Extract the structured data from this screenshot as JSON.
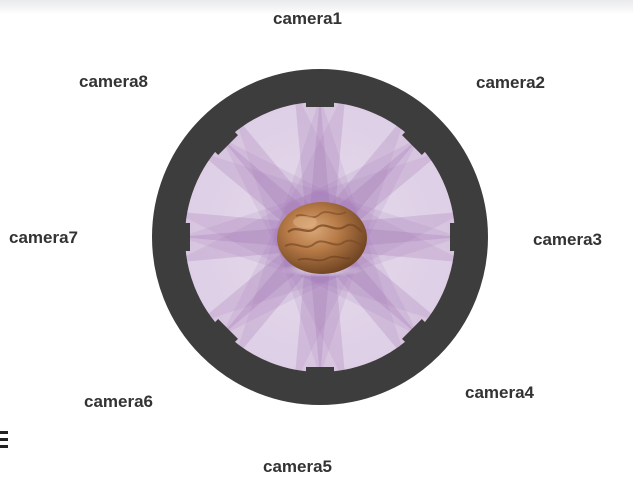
{
  "diagram": {
    "cameras": [
      {
        "id": "camera1",
        "label": "camera1"
      },
      {
        "id": "camera2",
        "label": "camera2"
      },
      {
        "id": "camera3",
        "label": "camera3"
      },
      {
        "id": "camera4",
        "label": "camera4"
      },
      {
        "id": "camera5",
        "label": "camera5"
      },
      {
        "id": "camera6",
        "label": "camera6"
      },
      {
        "id": "camera7",
        "label": "camera7"
      },
      {
        "id": "camera8",
        "label": "camera8"
      }
    ],
    "ring_color": "#3d3d3d",
    "beam_color": "#9a6aae",
    "object_icon": "walnut-icon"
  }
}
